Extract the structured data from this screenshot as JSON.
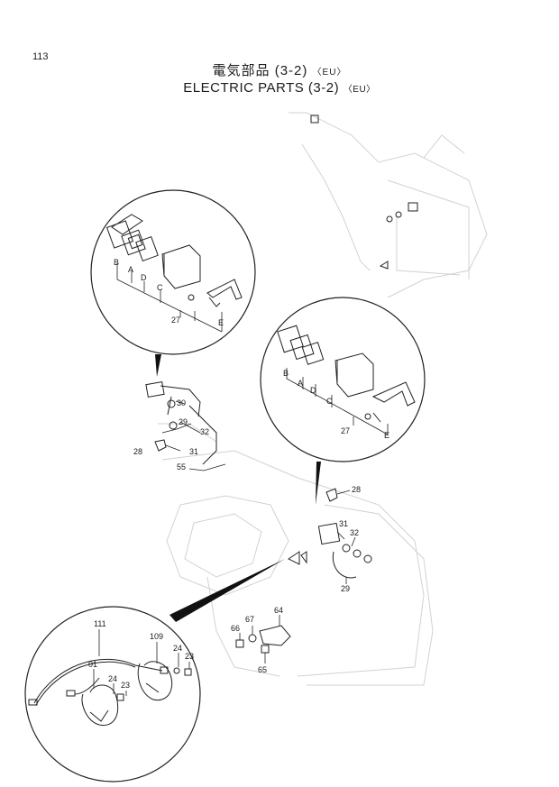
{
  "header": {
    "page_number": "113",
    "title_jp": "電気部品 (3-2)",
    "title_jp_tag": "〈EU〉",
    "title_en": "ELECTRIC PARTS (3-2)",
    "title_en_tag": "〈EU〉"
  },
  "callouts": {
    "c23a": "23",
    "c23b": "23",
    "c24a": "24",
    "c24b": "24",
    "c27a": "27",
    "c27b": "27",
    "c28a": "28",
    "c28b": "28",
    "c29a": "29",
    "c29b": "29",
    "c30": "30",
    "c31a": "31",
    "c31b": "31",
    "c32a": "32",
    "c32b": "32",
    "c55": "55",
    "c64": "64",
    "c65": "65",
    "c66": "66",
    "c67": "67",
    "c01": "01",
    "c109": "109",
    "c111": "111"
  },
  "letters": {
    "A1": "A",
    "B1": "B",
    "C1": "C",
    "D1": "D",
    "E1": "E",
    "A2": "A",
    "B2": "B",
    "C2": "C",
    "D2": "D",
    "E2": "E"
  }
}
